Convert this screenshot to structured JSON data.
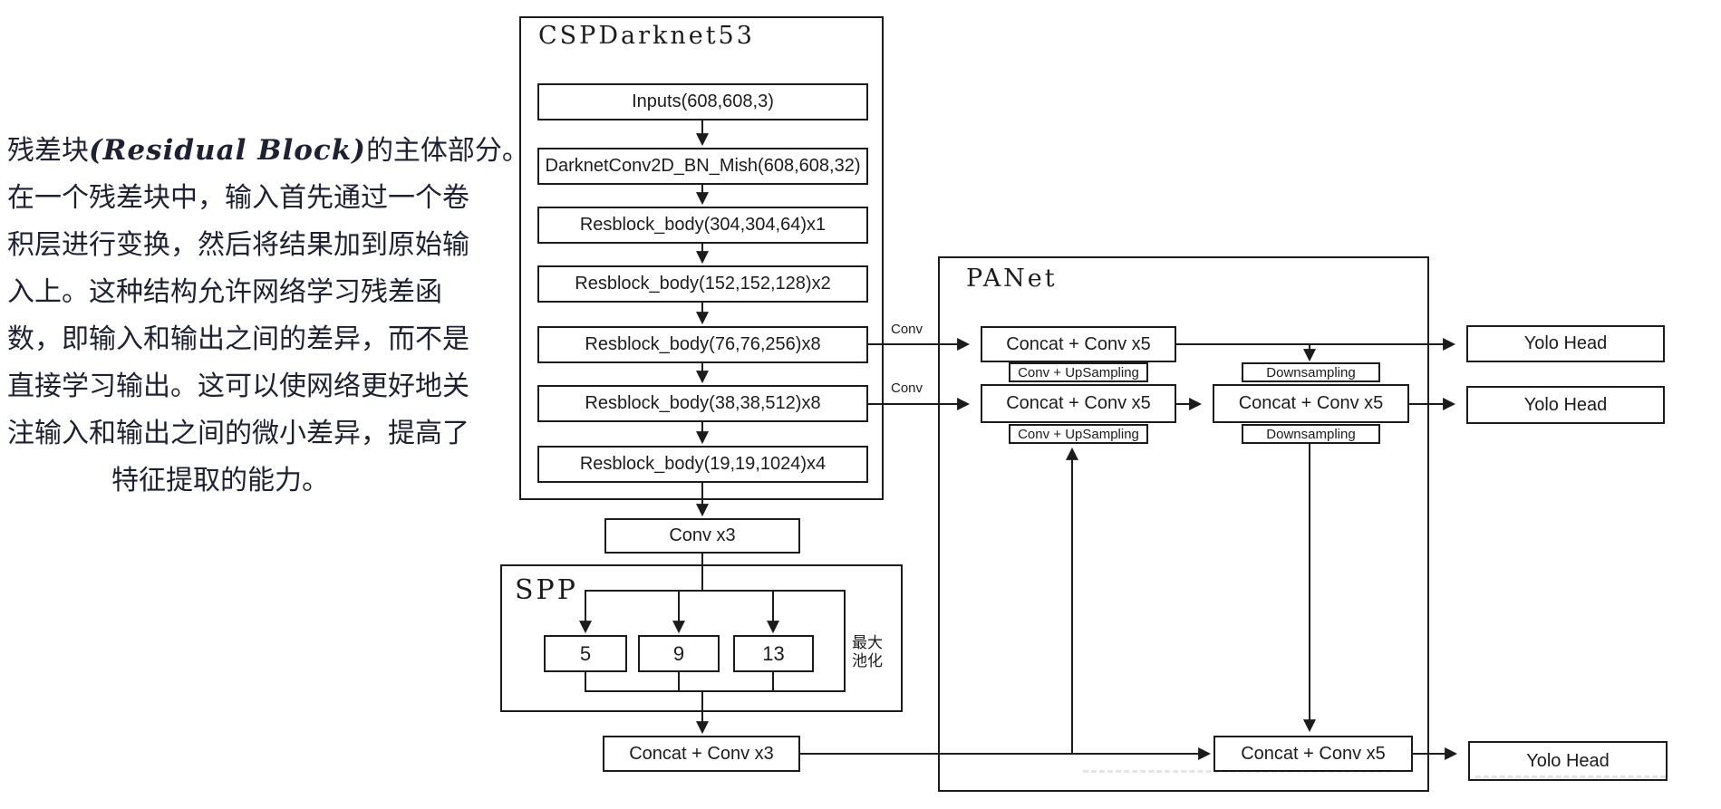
{
  "left_text": {
    "l1_pre": "残差块",
    "l1_en": "(Residual Block)",
    "l1_post": "的主体部分。",
    "lines": [
      "在一个残差块中，输入首先通过一个卷",
      "积层进行变换，然后将结果加到原始输",
      "入上。这种结构允许网络学习残差函",
      "数，即输入和输出之间的差异，而不是",
      "直接学习输出。这可以使网络更好地关",
      "注输入和输出之间的微小差异，提高了",
      "特征提取的能力。"
    ]
  },
  "cspdarknet": {
    "title": "CSPDarknet53",
    "layers": [
      "Inputs(608,608,3)",
      "DarknetConv2D_BN_Mish(608,608,32)",
      "Resblock_body(304,304,64)x1",
      "Resblock_body(152,152,128)x2",
      "Resblock_body(76,76,256)x8",
      "Resblock_body(38,38,512)x8",
      "Resblock_body(19,19,1024)x4"
    ]
  },
  "neck": {
    "conv_x3": "Conv x3",
    "concat_conv_x3": "Concat + Conv x3"
  },
  "spp": {
    "title": "SPP",
    "pools": [
      "5",
      "9",
      "13"
    ],
    "maxpool_line1": "最大",
    "maxpool_line2": "池化"
  },
  "panet": {
    "title": "PANet",
    "concat_conv_x5": "Concat + Conv x5",
    "conv_upsampling": "Conv + UpSampling",
    "downsampling": "Downsampling"
  },
  "heads": {
    "yolo_head": "Yolo Head"
  },
  "edges": {
    "conv": "Conv"
  },
  "colors": {
    "line": "#1c1c1c",
    "text": "#1e2133",
    "background": "#ffffff"
  }
}
